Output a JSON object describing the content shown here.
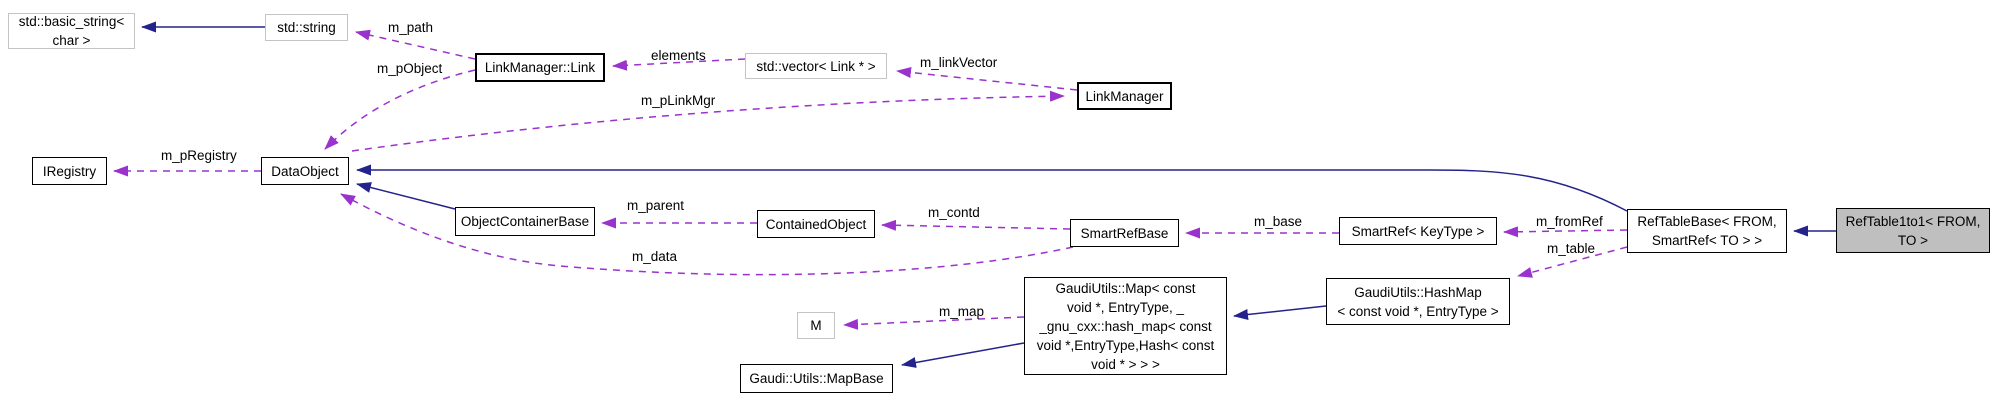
{
  "diagram": {
    "kind": "doxygen-collaboration-graph",
    "focus_class": "RefTable1to1< FROM, TO >",
    "colors": {
      "background": "#ffffff",
      "inheritance_arrow": "#23238b",
      "usage_arrow": "#9a32cd",
      "node_border": "#000000",
      "external_node_border": "#c4c4c4",
      "focus_node_fill": "#bfbfbf",
      "text": "#000000"
    },
    "nodes": {
      "basic_string": {
        "lines": [
          "std::basic_string<",
          "char >"
        ]
      },
      "std_string": {
        "lines": [
          "std::string"
        ]
      },
      "link": {
        "lines": [
          "LinkManager::Link"
        ]
      },
      "vector_link": {
        "lines": [
          "std::vector< Link * >"
        ]
      },
      "link_manager": {
        "lines": [
          "LinkManager"
        ]
      },
      "iregistry": {
        "lines": [
          "IRegistry"
        ]
      },
      "data_object": {
        "lines": [
          "DataObject"
        ]
      },
      "object_container_base": {
        "lines": [
          "ObjectContainerBase"
        ]
      },
      "contained_object": {
        "lines": [
          "ContainedObject"
        ]
      },
      "smart_ref_base": {
        "lines": [
          "SmartRefBase"
        ]
      },
      "smart_ref": {
        "lines": [
          "SmartRef< KeyType >"
        ]
      },
      "ref_table_base": {
        "lines": [
          "RefTableBase< FROM,",
          "SmartRef< TO > >"
        ]
      },
      "ref_table_1to1": {
        "lines": [
          "RefTable1to1< FROM,",
          "TO >"
        ]
      },
      "gaudi_map": {
        "lines": [
          "GaudiUtils::Map< const",
          "void *, EntryType, _",
          "_gnu_cxx::hash_map< const",
          "void *,EntryType,Hash< const",
          "void * > > >"
        ]
      },
      "m_param": {
        "lines": [
          "M"
        ]
      },
      "map_base": {
        "lines": [
          "Gaudi::Utils::MapBase"
        ]
      },
      "hash_map": {
        "lines": [
          "GaudiUtils::HashMap",
          "< const void *, EntryType >"
        ]
      }
    },
    "edge_labels": {
      "m_path": "m_path",
      "m_pObject": "m_pObject",
      "elements": "elements",
      "m_linkVector": "m_linkVector",
      "m_pLinkMgr": "m_pLinkMgr",
      "m_pRegistry": "m_pRegistry",
      "m_parent": "m_parent",
      "m_contd": "m_contd",
      "m_base": "m_base",
      "m_fromRef": "m_fromRef",
      "m_table": "m_table",
      "m_data": "m_data",
      "m_map": "m_map"
    },
    "edges": [
      {
        "from": "std_string",
        "to": "basic_string",
        "kind": "inheritance"
      },
      {
        "from": "object_container_base",
        "to": "data_object",
        "kind": "inheritance"
      },
      {
        "from": "ref_table_base",
        "to": "data_object",
        "kind": "inheritance"
      },
      {
        "from": "ref_table_1to1",
        "to": "ref_table_base",
        "kind": "inheritance"
      },
      {
        "from": "hash_map",
        "to": "gaudi_map",
        "kind": "inheritance"
      },
      {
        "from": "gaudi_map",
        "to": "map_base",
        "kind": "inheritance"
      },
      {
        "from": "link",
        "to": "std_string",
        "kind": "usage",
        "label": "m_path"
      },
      {
        "from": "link",
        "to": "data_object",
        "kind": "usage",
        "label": "m_pObject"
      },
      {
        "from": "vector_link",
        "to": "link",
        "kind": "usage",
        "label": "elements"
      },
      {
        "from": "link_manager",
        "to": "vector_link",
        "kind": "usage",
        "label": "m_linkVector"
      },
      {
        "from": "data_object",
        "to": "link_manager",
        "kind": "usage",
        "label": "m_pLinkMgr"
      },
      {
        "from": "data_object",
        "to": "iregistry",
        "kind": "usage",
        "label": "m_pRegistry"
      },
      {
        "from": "contained_object",
        "to": "object_container_base",
        "kind": "usage",
        "label": "m_parent"
      },
      {
        "from": "smart_ref_base",
        "to": "contained_object",
        "kind": "usage",
        "label": "m_contd"
      },
      {
        "from": "smart_ref_base",
        "to": "data_object",
        "kind": "usage",
        "label": "m_data"
      },
      {
        "from": "smart_ref",
        "to": "smart_ref_base",
        "kind": "usage",
        "label": "m_base"
      },
      {
        "from": "ref_table_base",
        "to": "smart_ref",
        "kind": "usage",
        "label": "m_fromRef"
      },
      {
        "from": "ref_table_base",
        "to": "hash_map",
        "kind": "usage",
        "label": "m_table"
      },
      {
        "from": "gaudi_map",
        "to": "m_param",
        "kind": "usage",
        "label": "m_map"
      }
    ]
  }
}
